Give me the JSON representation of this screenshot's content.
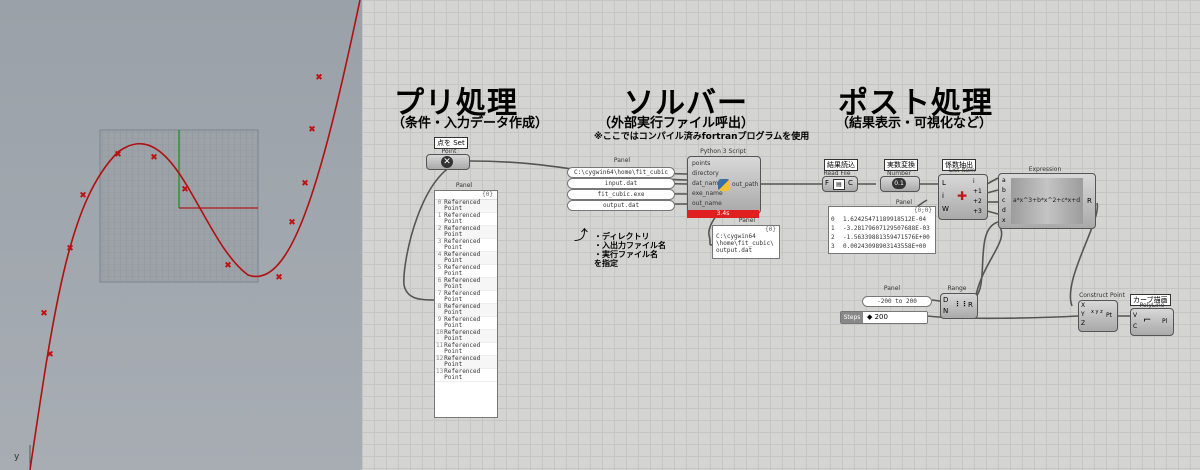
{
  "headings": {
    "pre": {
      "title": "プリ処理",
      "subtitle": "（条件・入力データ作成）"
    },
    "solver": {
      "title": "ソルバー",
      "subtitle": "（外部実行ファイル呼出）",
      "note": "※ここではコンパイル済みfortranプログラムを使用"
    },
    "post": {
      "title": "ポスト処理",
      "subtitle": "（結果表示・可視化など）"
    }
  },
  "viewport": {
    "axis_label": "y"
  },
  "point_component": {
    "tag": "点を Set",
    "label": "Point"
  },
  "ref_panel": {
    "title": "Panel",
    "count": "{0}",
    "item": "Referenced Point",
    "items": [
      "0",
      "1",
      "2",
      "3",
      "4",
      "5",
      "6",
      "7",
      "8",
      "9",
      "10",
      "11",
      "12",
      "13"
    ]
  },
  "input_panel": {
    "title": "Panel",
    "values": [
      "C:\\cygwin64\\home\\fit_cubic",
      "input.dat",
      "fit_cubic.exe",
      "output.dat"
    ]
  },
  "python": {
    "title": "Python 3 Script",
    "inputs": [
      "points",
      "directory",
      "dat_name",
      "exe_name",
      "out_name"
    ],
    "output": "out_path",
    "status": "3.4s"
  },
  "annotation": {
    "lines": [
      "・ディレクトリ",
      "・入出力ファイル名",
      "・実行ファイル名",
      "を指定"
    ]
  },
  "out_panel": {
    "title": "Panel",
    "count": "{0}",
    "lines": [
      "C:\\cygwin64",
      "\\home\\fit_cubic\\",
      "output.dat"
    ]
  },
  "readfile": {
    "tag": "結果読込",
    "label": "Read File",
    "in": "F",
    "out": "C"
  },
  "number": {
    "tag": "実数変換",
    "label": "Number",
    "value": "0.1"
  },
  "listitem": {
    "tag": "係数抽出",
    "label": "List Item",
    "inputs": [
      "L",
      "i",
      "W"
    ],
    "outputs": [
      "i",
      "+1",
      "+2",
      "+3"
    ]
  },
  "coeff_panel": {
    "title": "Panel",
    "count": "{0;0}",
    "rows": [
      {
        "i": "0",
        "v": "1.62425471189918512E-04"
      },
      {
        "i": "1",
        "v": "-3.28179607129507688E-03"
      },
      {
        "i": "2",
        "v": "-1.56339881359471576E+00"
      },
      {
        "i": "3",
        "v": "0.00243098903143558E+00"
      }
    ]
  },
  "expression": {
    "title": "Expression",
    "formula": "a*x^3+b*x^2+c*x+d",
    "inputs": [
      "a",
      "b",
      "c",
      "d",
      "x"
    ],
    "output": "R"
  },
  "range_panel": {
    "title": "Panel",
    "value": "-200 to 200"
  },
  "range": {
    "title": "Range",
    "inputs": [
      "D",
      "N"
    ],
    "output": "R"
  },
  "steps": {
    "label": "Steps",
    "value": "◆ 200"
  },
  "construct": {
    "title": "Construct Point",
    "inputs": [
      "X",
      "Y",
      "Z"
    ],
    "output": "Pt",
    "glyph": "x y z"
  },
  "polyline": {
    "tag": "カーブ描画",
    "label": "PolyLine",
    "inputs": [
      "V",
      "C"
    ],
    "output": "Pl"
  },
  "colors": {
    "curve": "#b01010",
    "wire": "#555555",
    "status": "#e02020"
  }
}
